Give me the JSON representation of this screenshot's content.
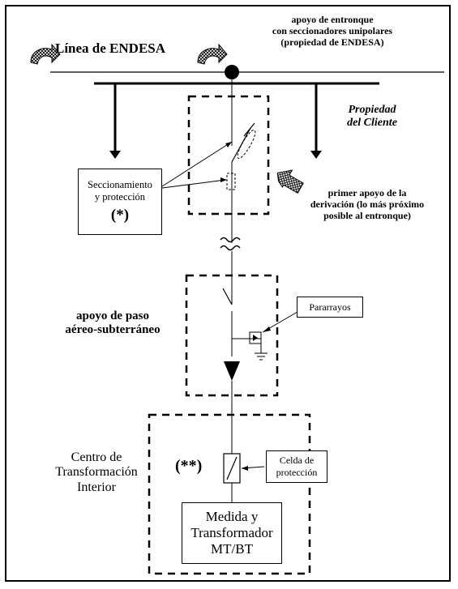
{
  "labels": {
    "linea_endesa": "Línea de ENDESA",
    "apoyo_entronque": [
      "apoyo de entronque",
      "con seccionadores unipolares",
      "(propiedad de ENDESA)"
    ],
    "propiedad_cliente": [
      "Propiedad",
      "del Cliente"
    ],
    "seccionamiento": [
      "Seccionamiento",
      "y protección",
      "(*)"
    ],
    "primer_apoyo": [
      "primer apoyo de la",
      "derivación (lo más próximo",
      "posible al entronque)"
    ],
    "apoyo_paso": [
      "apoyo de paso",
      "aéreo-subterráneo"
    ],
    "pararrayos": "Pararrayos",
    "centro_transformacion": [
      "Centro de",
      "Transformación",
      "Interior"
    ],
    "asterisks2": "(**)",
    "celda": [
      "Celda de",
      "protección"
    ],
    "medida": [
      "Medida y",
      "Transformador",
      "MT/BT"
    ]
  },
  "icons": {
    "curved_arrow": "curved-hatched-arrow-icon",
    "block_arrow": "hatched-block-arrow-icon",
    "ground": "ground-symbol-icon",
    "switch": "switch-symbol-icon"
  }
}
